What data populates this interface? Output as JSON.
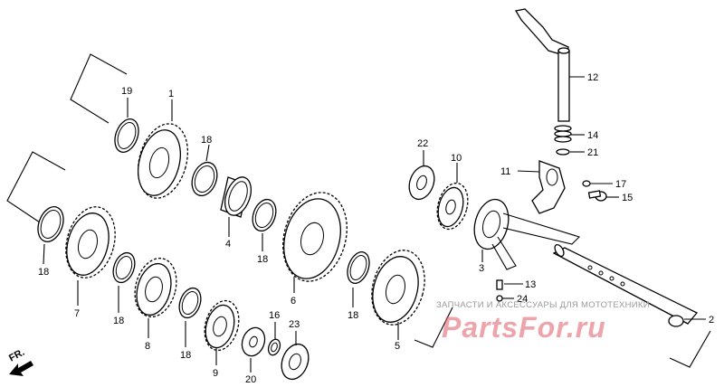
{
  "parts": [
    {
      "id": "p1",
      "label": "1"
    },
    {
      "id": "p2",
      "label": "2"
    },
    {
      "id": "p3",
      "label": "3"
    },
    {
      "id": "p4",
      "label": "4"
    },
    {
      "id": "p5",
      "label": "5"
    },
    {
      "id": "p6",
      "label": "6"
    },
    {
      "id": "p7",
      "label": "7"
    },
    {
      "id": "p8",
      "label": "8"
    },
    {
      "id": "p9",
      "label": "9"
    },
    {
      "id": "p10",
      "label": "10"
    },
    {
      "id": "p11",
      "label": "11"
    },
    {
      "id": "p12",
      "label": "12"
    },
    {
      "id": "p13",
      "label": "13"
    },
    {
      "id": "p14",
      "label": "14"
    },
    {
      "id": "p15",
      "label": "15"
    },
    {
      "id": "p16",
      "label": "16"
    },
    {
      "id": "p17",
      "label": "17"
    },
    {
      "id": "p18a",
      "label": "18"
    },
    {
      "id": "p18b",
      "label": "18"
    },
    {
      "id": "p18c",
      "label": "18"
    },
    {
      "id": "p18d",
      "label": "18"
    },
    {
      "id": "p18e",
      "label": "18"
    },
    {
      "id": "p18f",
      "label": "18"
    },
    {
      "id": "p19",
      "label": "19"
    },
    {
      "id": "p20",
      "label": "20"
    },
    {
      "id": "p21",
      "label": "21"
    },
    {
      "id": "p22",
      "label": "22"
    },
    {
      "id": "p23",
      "label": "23"
    },
    {
      "id": "p24",
      "label": "24"
    }
  ],
  "direction_label": "FR.",
  "watermark": {
    "caption": "ЗАПЧАСТИ И АКСЕССУАРЫ ДЛЯ МОТОТЕХНИКИ",
    "logo": "PartsFor.ru"
  }
}
